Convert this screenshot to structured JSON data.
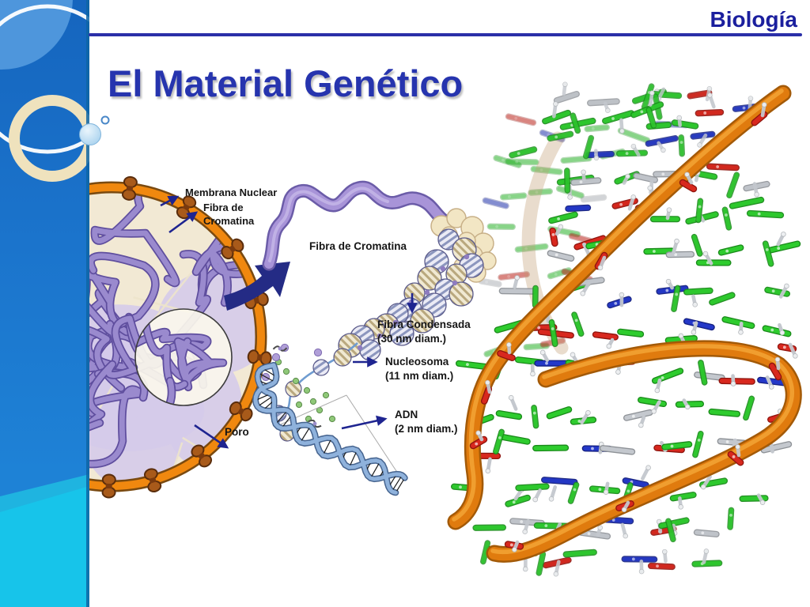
{
  "slide": {
    "header": {
      "course": "Biología"
    },
    "title": "El Material Genético"
  },
  "diagram": {
    "labels": {
      "membrana_nuclear": "Membrana Nuclear",
      "fibra_cromatina_line1": "Fibra de",
      "fibra_cromatina_line2": "Cromatina",
      "fibra_cromatina_full": "Fibra de Cromatina",
      "fibra_condensada_line1": "Fibra Condensada",
      "fibra_condensada_line2": "(30 nm diam.)",
      "nucleosoma_line1": "Nucleosoma",
      "nucleosoma_line2": "(11 nm diam.)",
      "adn_line1": "ADN",
      "adn_line2": "(2 nm diam.)",
      "poro": "Poro"
    }
  },
  "colors": {
    "header_navy": "#1B1F9E",
    "rule_blue": "#2B2FA8",
    "title_blue": "#2634AE",
    "label_arrow": "#1E2490",
    "navy_arrow": "#242B85",
    "sidebar_top": "#1565BE",
    "sidebar_cyan1": "#1FB4E0",
    "sidebar_cyan2": "#17C4EA",
    "sidebar_disc": "#4E96DC",
    "ring_cream": "#EFE2BD",
    "ball_blue": "#BFDFF5",
    "membrane_orange": "#F0880F",
    "membrane_dark": "#7A4A10",
    "pore_brown": "#A85A1A",
    "pore_dark": "#5A2D0C",
    "nucleo_cream": "#F2E9D4",
    "lavender": "#D5CBEA",
    "web_cream": "#EEE5CB",
    "chromatin": "#9A8ACE",
    "chromatin_dark": "#5F4E9E",
    "fiber_purple": "#A894D8",
    "fiber_dark": "#6B5CA8",
    "blob_cream": "#F2E6C4",
    "blob_edge": "#C8B088",
    "helix_blue": "#8FB2DC",
    "helix_dark": "#46648F",
    "dot_green": "#8FC878",
    "dot_green_edge": "#5A8A4A",
    "dot_purple": "#B09FD8",
    "mol_green": "#2ECC2E",
    "mol_green_dark": "#1A8A1A",
    "mol_blue": "#2438C8",
    "mol_blue_dark": "#141F7E",
    "mol_red": "#D8281E",
    "mol_red_dark": "#8E140E",
    "mol_gray": "#C4C8CE",
    "mol_gray_dark": "#8D9196",
    "backbone": "#E07B0E",
    "backbone_dark": "#A35A08",
    "backbone_hi": "#F6A93B"
  }
}
